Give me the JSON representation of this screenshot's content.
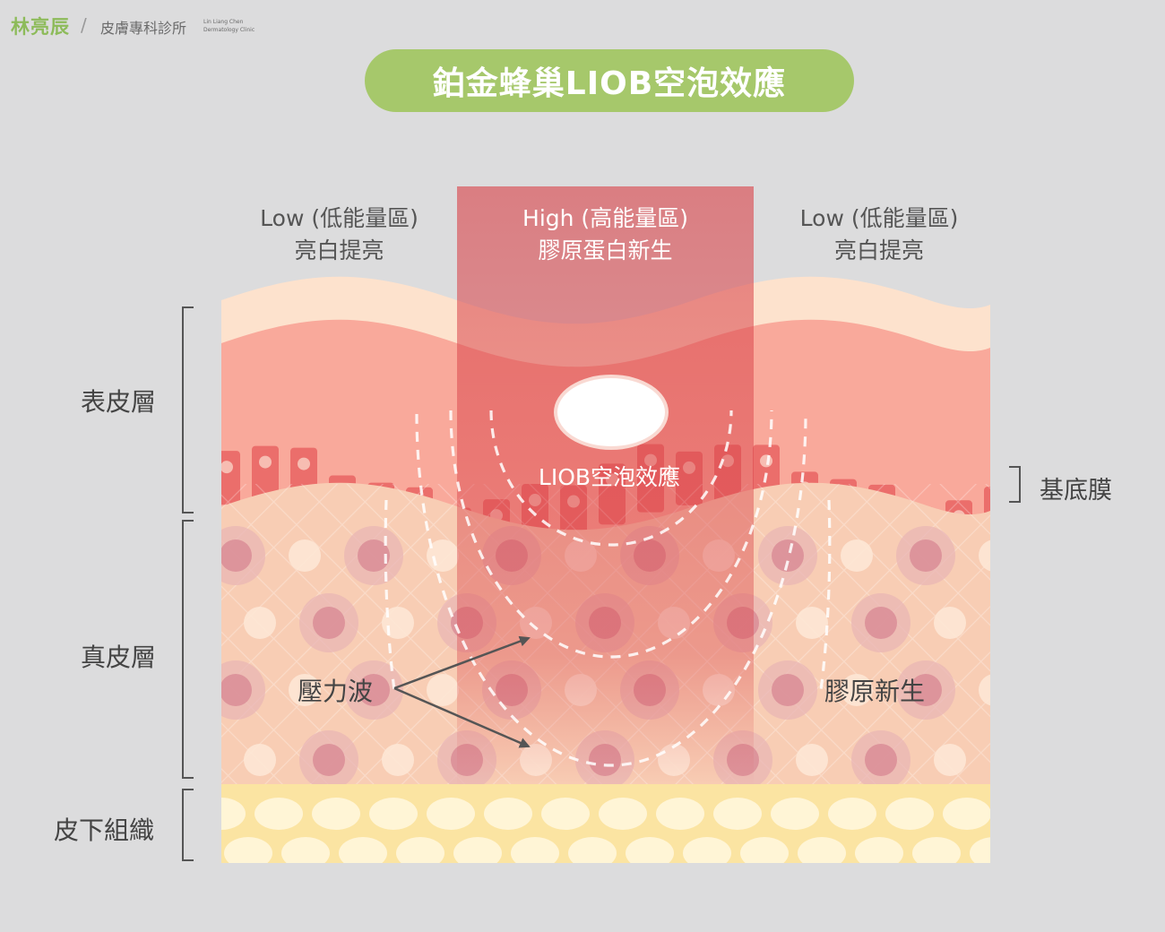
{
  "brand": {
    "name_cn": "林亮辰",
    "clinic_cn": "皮膚專科診所",
    "name_en": "Lin Liang Chen",
    "clinic_en": "Dermatology Clinic"
  },
  "title": "鉑金蜂巢LIOB空泡效應",
  "zones": {
    "left": {
      "line1": "Low (低能量區)",
      "line2": "亮白提亮"
    },
    "center": {
      "line1": "High (高能量區)",
      "line2": "膠原蛋白新生"
    },
    "right": {
      "line1": "Low (低能量區)",
      "line2": "亮白提亮"
    }
  },
  "layers": {
    "epidermis": "表皮層",
    "dermis": "真皮層",
    "subcutaneous": "皮下組織",
    "basement_membrane": "基底膜"
  },
  "annotations": {
    "liob": "LIOB空泡效應",
    "pressure_wave": "壓力波",
    "collagen_regen": "膠原新生"
  },
  "colors": {
    "background": "#dcdcdd",
    "title_pill": "#a6c86b",
    "surface": "#fde2cd",
    "epidermis": "#f9a99b",
    "dermis": "#f8cdb4",
    "fat_layer": "#fbe4a2",
    "fat_cell": "#fff5d6",
    "basal_cell": "#eb6e6b",
    "high_zone": "#d9444a"
  }
}
